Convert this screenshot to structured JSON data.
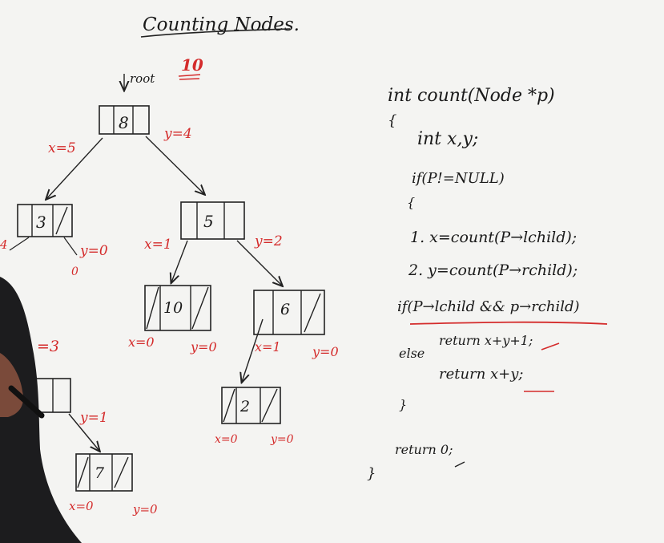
{
  "title": "Counting Nodes.",
  "root_label": "root",
  "count_result": "10",
  "tree": {
    "nodes": [
      {
        "key": "8",
        "x_label": "x=5",
        "y_label": "y=4"
      },
      {
        "key": "3",
        "x_label": "",
        "y_label": "y=0",
        "extra": "0"
      },
      {
        "key": "5",
        "x_label": "x=1",
        "y_label": "y=2"
      },
      {
        "key": "10",
        "x_label": "x=0",
        "y_label": "y=0"
      },
      {
        "key": "6",
        "x_label": "x=1",
        "y_label": "y=0"
      },
      {
        "key": "2",
        "x_label": "x=0",
        "y_label": "y=0"
      },
      {
        "key": "7",
        "x_label": "x=0",
        "y_label": "y=0"
      }
    ],
    "partial_labels": [
      "=3",
      "y=1",
      "4"
    ]
  },
  "code": [
    "int count(Node *p)",
    "{",
    "int x,y;",
    "if(P!=NULL)",
    "{",
    "1. x=count(P→lchild);",
    "2. y=count(P→rchild);",
    "if(P→lchild && p→rchild)",
    "return x+y+1;",
    "else",
    "return x+y;",
    "}",
    "return 0;",
    "}"
  ]
}
